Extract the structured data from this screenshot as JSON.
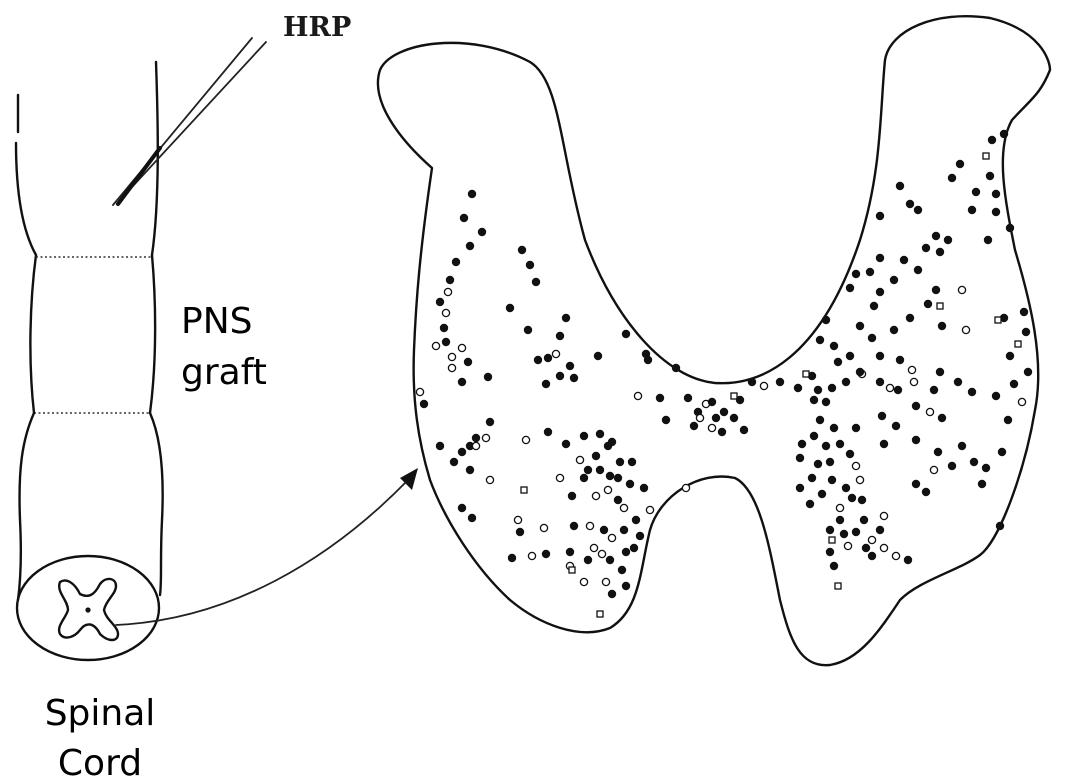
{
  "labels": {
    "injection": "HRP",
    "graft_line1": "PNS",
    "graft_line2": "graft",
    "cord_line1": "Spinal",
    "cord_line2": "Cord"
  },
  "marker_legend": {
    "filled_circle": "filled-circle",
    "open_circle": "open-circle",
    "open_square": "open-square"
  },
  "colors": {
    "ink": "#111111",
    "background": "#ffffff"
  }
}
